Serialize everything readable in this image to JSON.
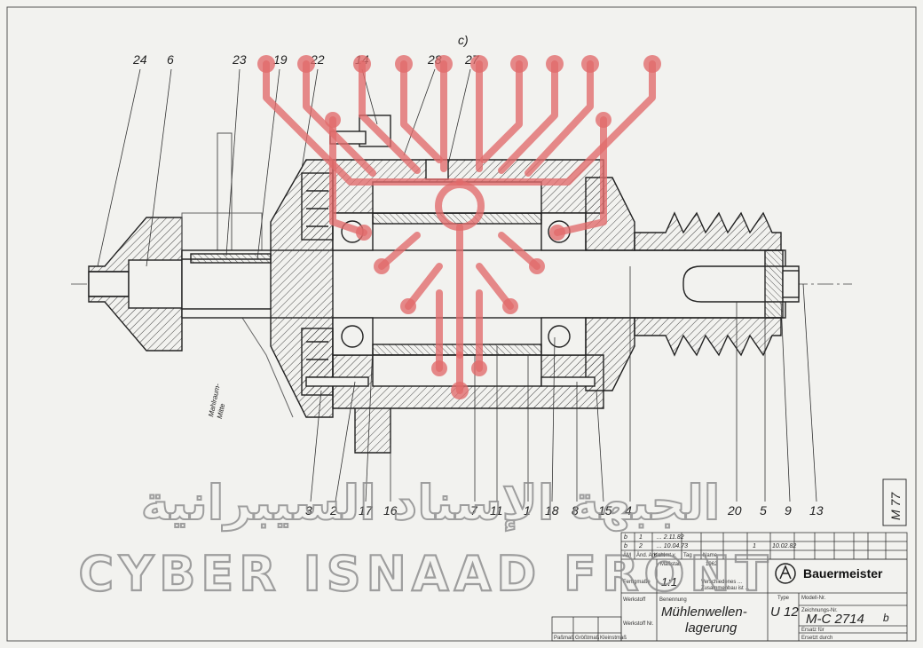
{
  "drawing": {
    "callouts_top": [
      "24",
      "6",
      "23",
      "19",
      "22",
      "14",
      "28",
      "27",
      "c)"
    ],
    "callouts_bottom": [
      "3",
      "2",
      "17",
      "16",
      "7",
      "11",
      "1",
      "18",
      "8",
      "15",
      "4",
      "20",
      "5",
      "9",
      "13"
    ],
    "side_label": "Mahlraum-\nMitte",
    "side_label_lines": [
      "Mahlraum-",
      "Mitte"
    ],
    "corner_tag": "M 77"
  },
  "title_block": {
    "company": "Bauermeister",
    "benennung_label": "Benennung",
    "title_line1": "Mühlenwellen-",
    "title_line2": "lagerung",
    "type_label": "Type",
    "type_value": "U 12",
    "modell_label": "Modell-Nr.",
    "zeichnungs_label": "Zeichnungs-Nr.",
    "drawing_number": "M-C 2714",
    "revision": "b",
    "ersatz_fuer": "Ersatz für",
    "ersetzt_durch": "Ersetzt durch",
    "scale_label": "Maßstab",
    "scale": "1:1",
    "werkstoff": "Werkstoff",
    "werkstoff_nr": "Werkstoff Nr.",
    "fertigmasse": "Fertigmaße",
    "tolerance_note_1": "Verschiedenes ...",
    "tolerance_note_2": "Zusammenbau ist ...",
    "revision_rows": [
      {
        "mark": "b",
        "index": "1",
        "note": "... 2.11.82"
      },
      {
        "mark": "b",
        "index": "2",
        "note": "... 10.04.73"
      },
      {
        "mark": "",
        "index": "1",
        "note": "10.02.82"
      }
    ],
    "header_cols": [
      "ÄM",
      "Änd. Anzahl",
      "Kommt v.",
      "Tag",
      "Name"
    ],
    "bottom_cols": [
      "Paßmaß",
      "Größtmaß",
      "Kleinstmaß"
    ],
    "date_cell": "1962"
  },
  "watermark": {
    "arabic": "الجبهة الإسناد السيبرانية",
    "latin": "CYBER ISNAAD FRONT"
  },
  "colors": {
    "paper": "#f2f2ef",
    "ink": "#222222",
    "circuit": "#e26a6a",
    "watermark": "#8a8a8a"
  }
}
